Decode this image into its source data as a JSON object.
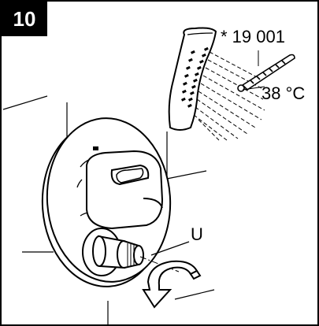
{
  "figure": {
    "step_number": "10",
    "part_number_label": "* 19 001",
    "temperature_label": "38 °C",
    "part_letter_label": "U"
  },
  "colors": {
    "line": "#000000",
    "badge_background": "#000000",
    "badge_text": "#ffffff",
    "background": "#ffffff"
  },
  "icons": {
    "showerhead": "hand-shower-icon",
    "thermometer": "thermometer-icon",
    "rotation": "rotate-counterclockwise-arrow-icon"
  }
}
